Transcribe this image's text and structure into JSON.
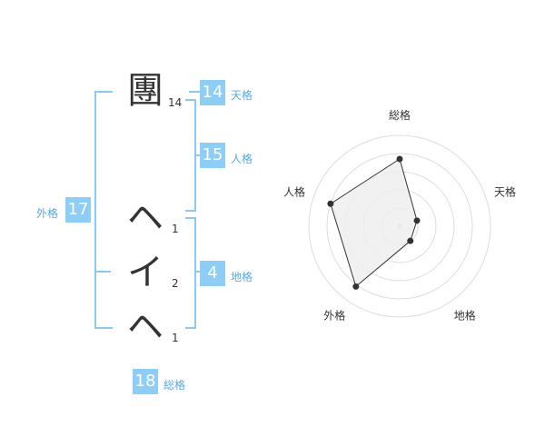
{
  "name_chars": [
    {
      "char": "團",
      "strokes": "14"
    },
    {
      "char": "ヘ",
      "strokes": "1"
    },
    {
      "char": "イ",
      "strokes": "2"
    },
    {
      "char": "ヘ",
      "strokes": "1"
    }
  ],
  "fortune": {
    "tenkaku": {
      "value": "14",
      "label": "天格"
    },
    "jinkaku": {
      "value": "15",
      "label": "人格"
    },
    "chikaku": {
      "value": "4",
      "label": "地格"
    },
    "gaikaku": {
      "value": "17",
      "label": "外格"
    },
    "soukaku": {
      "value": "18",
      "label": "総格"
    }
  },
  "colors": {
    "accent": "#8ecdf6",
    "bracket": "#89c9f2",
    "text": "#333333"
  },
  "chart_data": {
    "type": "radar",
    "axes": [
      "総格",
      "天格",
      "地格",
      "外格",
      "人格"
    ],
    "values": [
      3.7,
      1.0,
      1.0,
      4.1,
      4.0
    ],
    "range": [
      0,
      5
    ],
    "rings": 5
  }
}
